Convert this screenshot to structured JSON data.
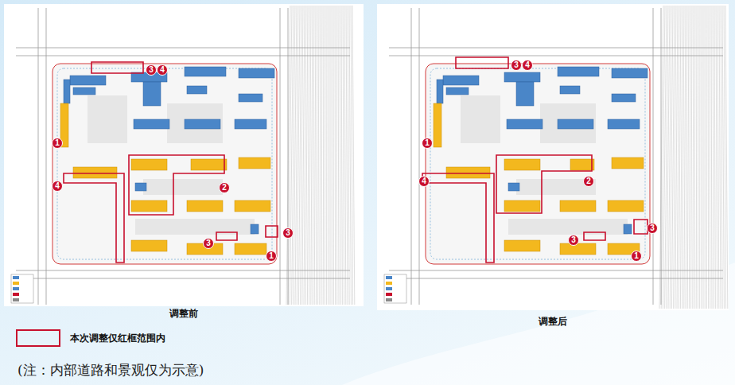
{
  "diagram": {
    "caption": "(注：内部道路和景观仅为示意)",
    "nodes": [
      {
        "text": [
          "调整前"
        ]
      },
      {
        "text": [
          "调整后"
        ]
      }
    ],
    "labels": [
      "3",
      "4",
      "1",
      "4",
      "2",
      "3",
      "3",
      "1",
      "3",
      "4",
      "1",
      "4",
      "2",
      "3",
      "3",
      "1"
    ],
    "legend": [
      {
        "text": "本次调整仅红框范围内"
      }
    ]
  }
}
